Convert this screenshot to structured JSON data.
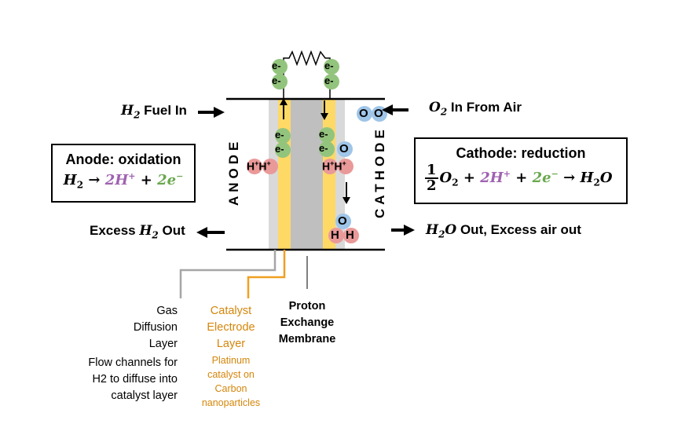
{
  "inputs": {
    "h2_in": {
      "formula": "H",
      "sub": "2",
      "text": " Fuel In"
    },
    "o2_in": {
      "formula": "O",
      "sub": "2",
      "text": " In From Air"
    }
  },
  "outputs": {
    "h2_out": {
      "prefix": "Excess ",
      "formula": "H",
      "sub": "2",
      "text": " Out"
    },
    "h2o_out": {
      "formula": "H",
      "sub": "2",
      "formula_end": "O",
      "text": " Out,  Excess air out"
    }
  },
  "anode_box": {
    "title": "Anode: oxidation",
    "equation": {
      "lhs": "H",
      "lhs_sub": "2",
      "arrow": "→",
      "term1": "2H",
      "term1_sup": "+",
      "plus": "+",
      "term2": "2e",
      "term2_sup": "−"
    }
  },
  "cathode_box": {
    "title": "Cathode: reduction",
    "equation": {
      "frac_num": "1",
      "frac_den": "2",
      "o": "O",
      "o_sub": "2",
      "plus1": "+",
      "term1": "2H",
      "term1_sup": "+",
      "plus2": "+",
      "term2": "2e",
      "term2_sup": "−",
      "arrow": "→",
      "product": "H",
      "product_sub": "2",
      "product_end": "O"
    }
  },
  "side_labels": {
    "anode": "ANODE",
    "cathode": "CATHODE"
  },
  "particles": {
    "electron": "e-",
    "proton": "H",
    "proton_sup": "+",
    "oxygen": "O",
    "hydrogen": "H"
  },
  "layer_labels": {
    "gdl": [
      "Gas",
      "Diffusion",
      "Layer"
    ],
    "gdl_desc": [
      "Flow channels for",
      "H2 to diffuse into",
      "catalyst layer"
    ],
    "catalyst": [
      "Catalyst",
      "Electrode",
      "Layer"
    ],
    "catalyst_desc": [
      "Platinum",
      "catalyst on",
      "Carbon",
      "nanoparticles"
    ],
    "pem": [
      "Proton",
      "Exchange",
      "Membrane"
    ]
  },
  "colors": {
    "gdl": "#d9d9d9",
    "catalyst": "#ffd966",
    "membrane": "#bfbfbf",
    "electron": "#93c47d",
    "proton": "#ea9999",
    "oxygen": "#9fc5e8",
    "catalyst_text": "#d4860b"
  }
}
